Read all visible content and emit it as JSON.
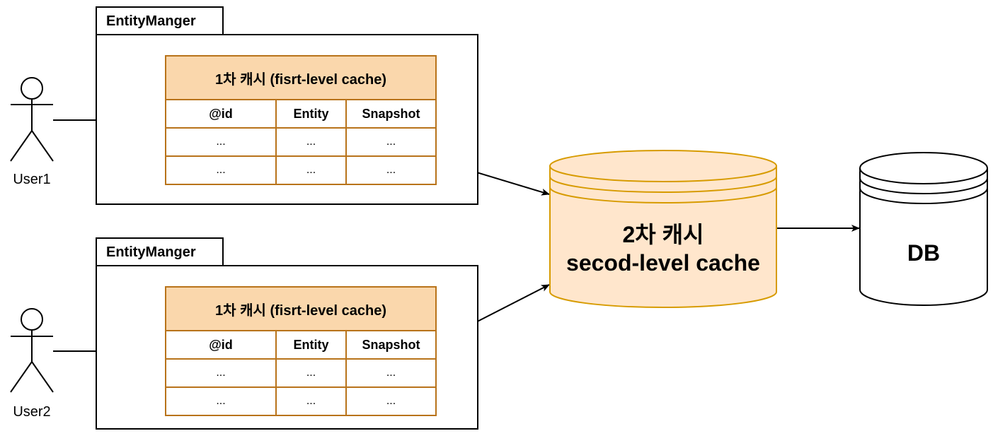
{
  "entity_managers": [
    {
      "tab_label": "EntityManger",
      "cache": {
        "title": "1차 캐시 (fisrt-level cache)",
        "headers": [
          "@id",
          "Entity",
          "Snapshot"
        ],
        "rows": [
          [
            "...",
            "...",
            "..."
          ],
          [
            "...",
            "...",
            "..."
          ]
        ]
      }
    },
    {
      "tab_label": "EntityManger",
      "cache": {
        "title": "1차 캐시 (fisrt-level cache)",
        "headers": [
          "@id",
          "Entity",
          "Snapshot"
        ],
        "rows": [
          [
            "...",
            "...",
            "..."
          ],
          [
            "...",
            "...",
            "..."
          ]
        ]
      }
    }
  ],
  "actors": [
    {
      "label": "User1"
    },
    {
      "label": "User2"
    }
  ],
  "second_level_cache": {
    "line1": "2차 캐시",
    "line2": "secod-level cache"
  },
  "db": {
    "label": "DB"
  },
  "colors": {
    "cache_fill": "#fad7ac",
    "cache_stroke": "#b8731a",
    "cylinder_fill": "#ffe6cc",
    "cylinder_stroke": "#d79b00"
  }
}
